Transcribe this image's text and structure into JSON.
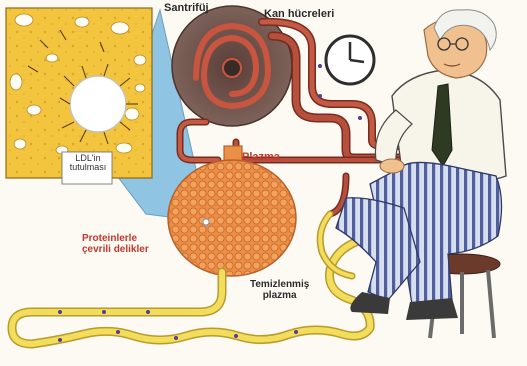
{
  "labels": {
    "centrifuge": "Santrifüj",
    "blood_cells": "Kan hücreleri",
    "plasma": "Plazma",
    "ldl_line1": "LDL'in",
    "ldl_line2": "tutulması",
    "pores_line1": "Proteinlerle",
    "pores_line2": "çevrili delikler",
    "clean_line1": "Temizlenmiş",
    "clean_line2": "plazma"
  },
  "colors": {
    "plasma_tube": "#f2dd5c",
    "blood_tube": "#b4503c",
    "column": "#eb8f47",
    "centrifuge": "#6a4e45",
    "detail_bg": "#f3c43e",
    "trousers_stripe": "#4f5f9c",
    "label_red": "#c0392b"
  }
}
